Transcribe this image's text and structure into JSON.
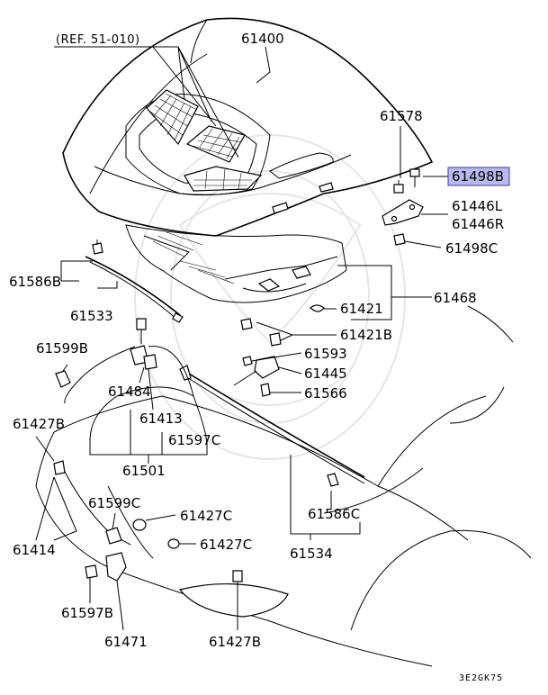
{
  "diagram": {
    "reference_label": "(REF. 51-010)",
    "figure_code": "3E2GK75",
    "highlight_color": "#b9b9f0",
    "highlighted_part": "61498B",
    "callouts": {
      "p61400": "61400",
      "p61578": "61578",
      "p61498B": "61498B",
      "p61446L": "61446L",
      "p61446R": "61446R",
      "p61498C": "61498C",
      "p61586B": "61586B",
      "p61533": "61533",
      "p61468": "61468",
      "p61421": "61421",
      "p61421B": "61421B",
      "p61593": "61593",
      "p61599B": "61599B",
      "p61445": "61445",
      "p61484": "61484",
      "p61566": "61566",
      "p61413": "61413",
      "p61427B_a": "61427B",
      "p61597C": "61597C",
      "p61501": "61501",
      "p61599C": "61599C",
      "p61427C_a": "61427C",
      "p61586C": "61586C",
      "p61414": "61414",
      "p61427C_b": "61427C",
      "p61534": "61534",
      "p61597B": "61597B",
      "p61471": "61471",
      "p61427B_b": "61427B"
    }
  }
}
